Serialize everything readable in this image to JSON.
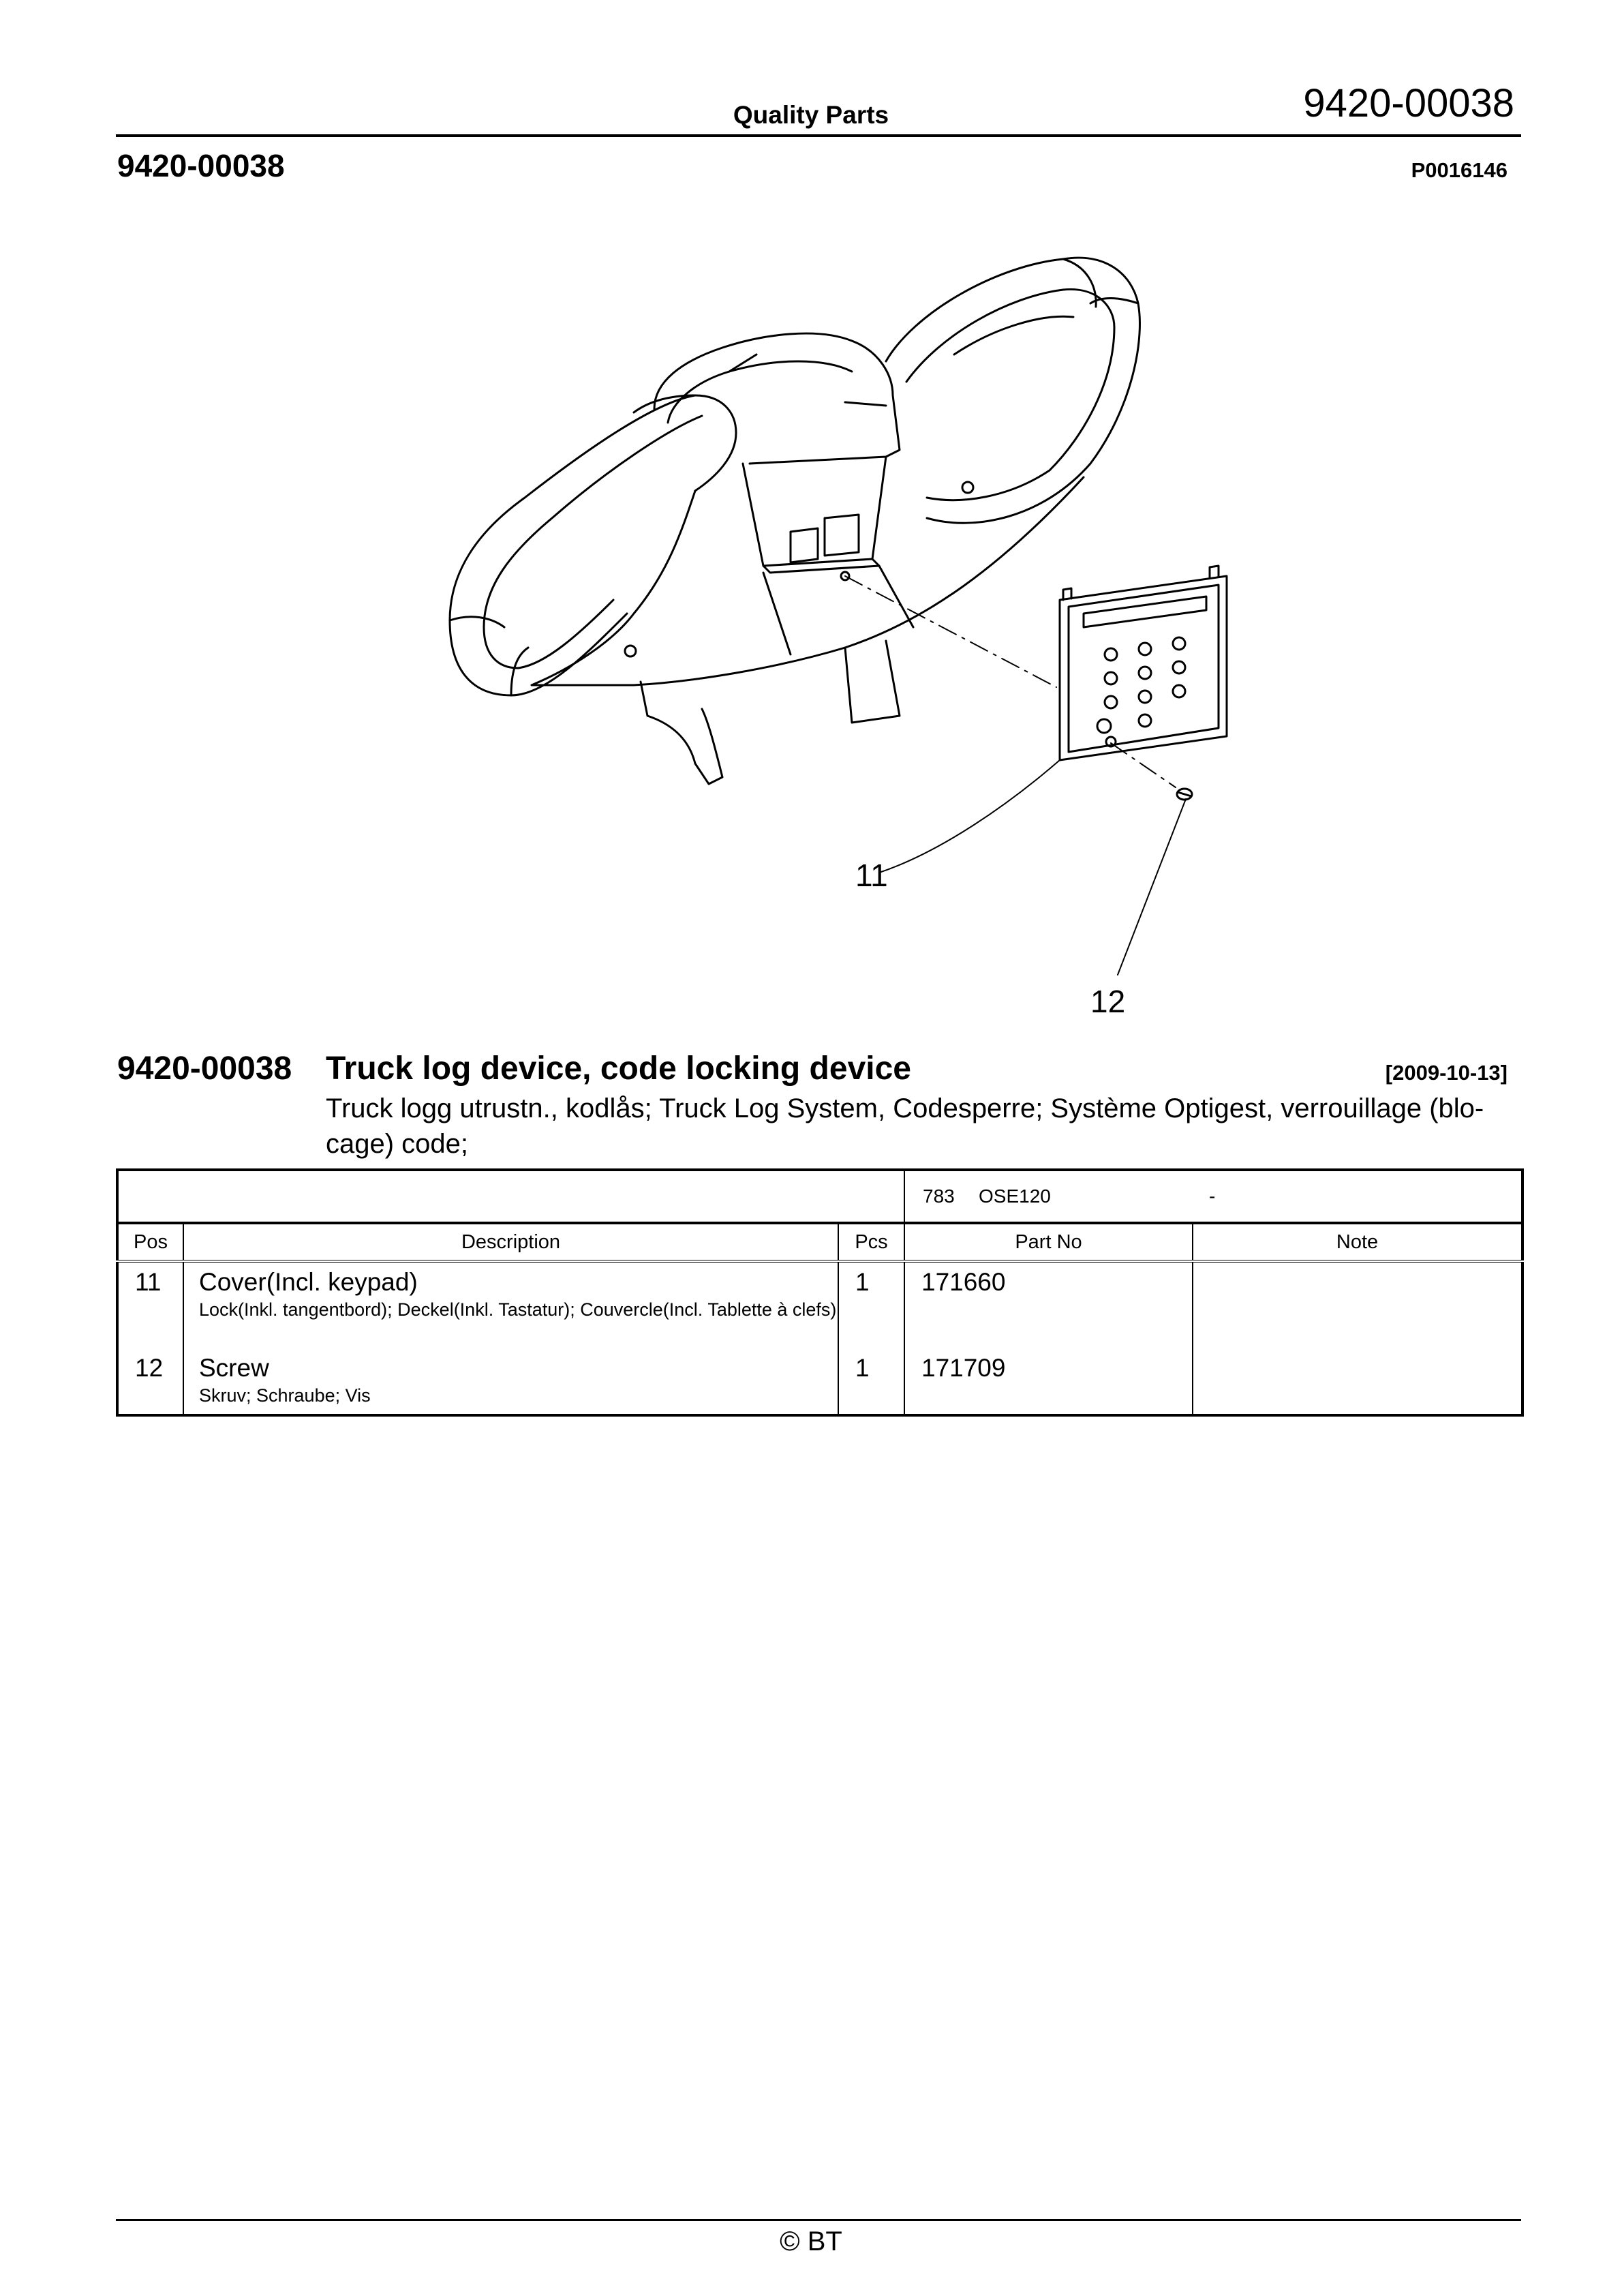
{
  "header": {
    "brand_label": "Quality Parts",
    "part_number": "9420-00038"
  },
  "section": {
    "part_number": "9420-00038",
    "drawing_ref": "P0016146"
  },
  "drawing": {
    "callouts": [
      "11",
      "12"
    ]
  },
  "title": {
    "number": "9420-00038",
    "text": "Truck log device, code locking device",
    "date": "[2009-10-13]",
    "subtitle": "Truck logg utrustn., kodlås; Truck Log System, Codesperre; Système Optigest, verrouillage (blo-cage) code;"
  },
  "table": {
    "model": {
      "code": "783",
      "name": "OSE120",
      "range": "-"
    },
    "headers": {
      "pos": "Pos",
      "description": "Description",
      "pcs": "Pcs",
      "part_no": "Part No",
      "note": "Note"
    },
    "rows": [
      {
        "pos": "11",
        "description": "Cover(Incl. keypad)",
        "translations": "Lock(Inkl. tangentbord); Deckel(Inkl. Tastatur); Couvercle(Incl. Tablette à clefs)",
        "pcs": "1",
        "part_no": "171660",
        "note": ""
      },
      {
        "pos": "12",
        "description": "Screw",
        "translations": "Skruv; Schraube; Vis",
        "pcs": "1",
        "part_no": "171709",
        "note": ""
      }
    ]
  },
  "footer": {
    "copyright": "© BT"
  }
}
